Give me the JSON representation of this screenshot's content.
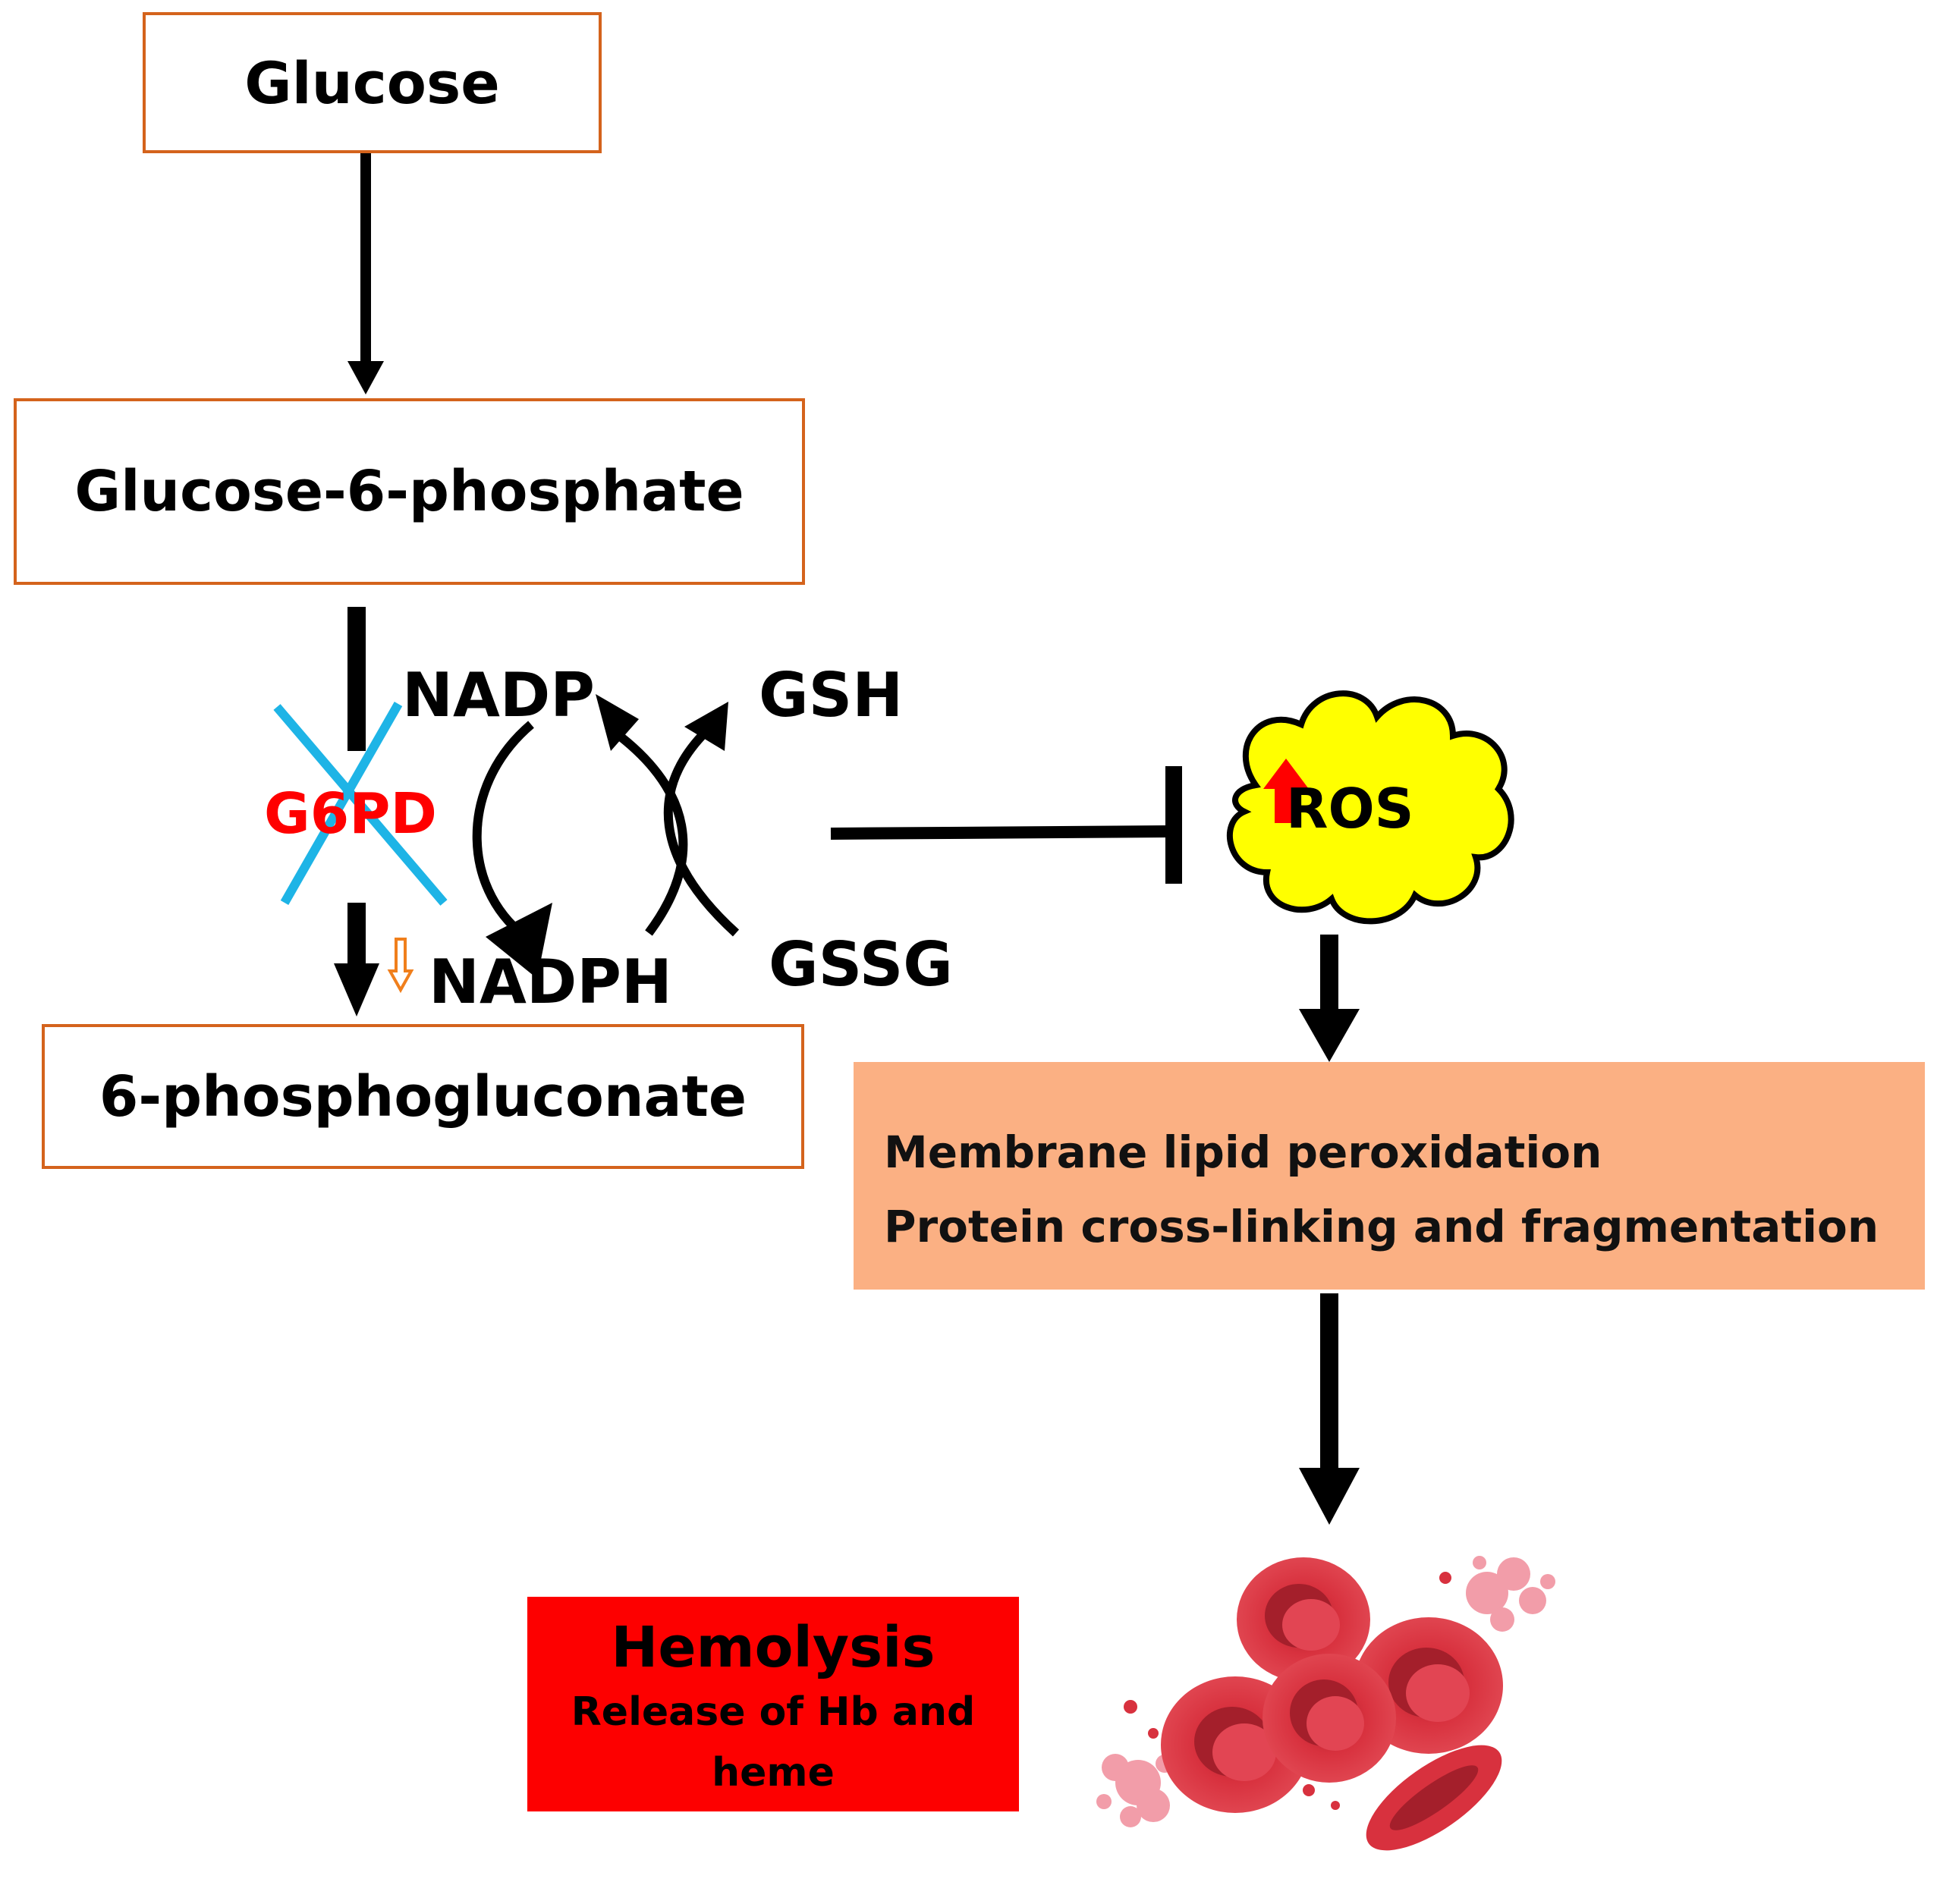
{
  "nodes": {
    "glucose": "Glucose",
    "g6p": "Glucose-6-phosphate",
    "pg6": "6-phosphogluconate",
    "enzyme": "G6PD",
    "nadp": "NADP",
    "nadph": "NADPH",
    "gsh": "GSH",
    "gssg": "GSSG",
    "ros": "ROS"
  },
  "effects": {
    "line1": "Membrane lipid peroxidation",
    "line2": "Protein cross-linking and fragmentation"
  },
  "outcome": {
    "title": "Hemolysis",
    "line1": "Release of Hb and",
    "line2": "heme"
  },
  "colors": {
    "box_border": "#d4631c",
    "enzyme_text": "#ff0000",
    "cross": "#1eb4e6",
    "ros_cloud": "#ffff00",
    "effects_fill": "#fbb083",
    "hemolysis_fill": "#fd0000",
    "rbc": "#d8313e"
  },
  "icons": [
    "red-blood-cell-icon",
    "up-arrow-icon",
    "down-arrow-icon"
  ]
}
